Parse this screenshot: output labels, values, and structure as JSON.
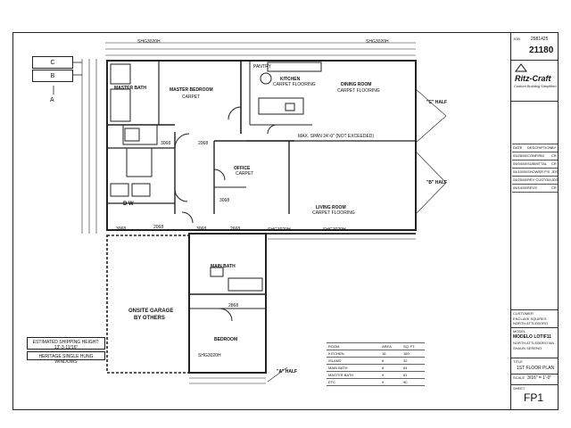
{
  "left_key": {
    "box_c": "C",
    "box_b": "B",
    "box_a": "A"
  },
  "rooms": {
    "master_bedroom": "MASTER BEDROOM",
    "master_bedroom_sub": "CARPET",
    "master_bath": "MASTER BATH",
    "kitchen": "KITCHEN",
    "kitchen_sub": "CARPET FLOORING",
    "dining_room": "DINING ROOM",
    "dining_room_sub": "CARPET FLOORING",
    "office": "OFFICE",
    "office_sub": "CARPET",
    "living_room": "LIVING ROOM",
    "living_room_sub": "CARPET FLOORING",
    "main_bath": "MAIN BATH",
    "garage": "ONSITE GARAGE",
    "garage_sub": "BY OTHERS",
    "bedroom": "BEDROOM",
    "pantry": "PANTRY",
    "dw": "D W"
  },
  "door_codes": {
    "d1": "3068",
    "d2": "2068",
    "d3": "3068",
    "d4": "2068",
    "d5": "3068",
    "d6": "2668",
    "d7": "3068",
    "d8": "2868"
  },
  "halves": {
    "c_half": "\"C\" HALF",
    "b_half": "\"B\" HALF",
    "a_half": "\"A\" HALF"
  },
  "spans": {
    "max_span": "MAX. SPAN 24'-0\" (NOT EXCEEDED)",
    "vent_1": "SHG3020H",
    "vent_2": "SHG3020H",
    "vent_3": "SHG3020H",
    "vent_4": "SHG3020H",
    "vent_5": "SHG3020H"
  },
  "notes": {
    "shipping_height": "ESTIMATED SHIPPING HEIGHT: 13'-3-11/16\"",
    "windows": "HERITAGE SINGLE HUNG WINDOWS"
  },
  "schedule": {
    "header": [
      "ROOM",
      "AREA",
      "SQ. FT."
    ],
    "rows": [
      [
        "KITCHEN",
        "16",
        "160"
      ],
      [
        "ISLAND",
        "6",
        "32"
      ],
      [
        "MAIN BATH",
        "8",
        "64"
      ],
      [
        "MASTER BATH",
        "9",
        "81"
      ],
      [
        "ETC",
        "9",
        "90"
      ]
    ]
  },
  "titleblock": {
    "job_label": "JOB",
    "job_no": "2981425",
    "drawing_no": "21180",
    "company": "Ritz-Craft",
    "tagline": "Custom Building Simplified",
    "rev_header": [
      "DATE",
      "DESCRIPTION",
      "BY"
    ],
    "revisions": [
      [
        "03/28/08",
        "CONFIRM",
        "CR"
      ],
      [
        "04/04/08",
        "SUBMITTAL",
        "CR"
      ],
      [
        "04/10/08",
        "SHOWER FIX",
        "JDS"
      ],
      [
        "04/25/08",
        "REV CUSTOM",
        "JDS"
      ],
      [
        "05/14/08",
        "REVS",
        "CR"
      ]
    ],
    "customer_label": "CUSTOMER",
    "customer": "ENCLAVE SQUIRES NORTH ATTLEBORO",
    "model_label": "MODEL",
    "model": "MODELO LOTIF11",
    "location": "NORTH ATTLEBORO MA",
    "drawn_by": "SHAUN SERENO",
    "title_label": "TITLE",
    "title": "1ST FLOOR PLAN",
    "scale_label": "SCALE",
    "scale": "3/16\" = 1'-0\"",
    "sheet_label": "SHEET",
    "sheet": "FP1"
  }
}
